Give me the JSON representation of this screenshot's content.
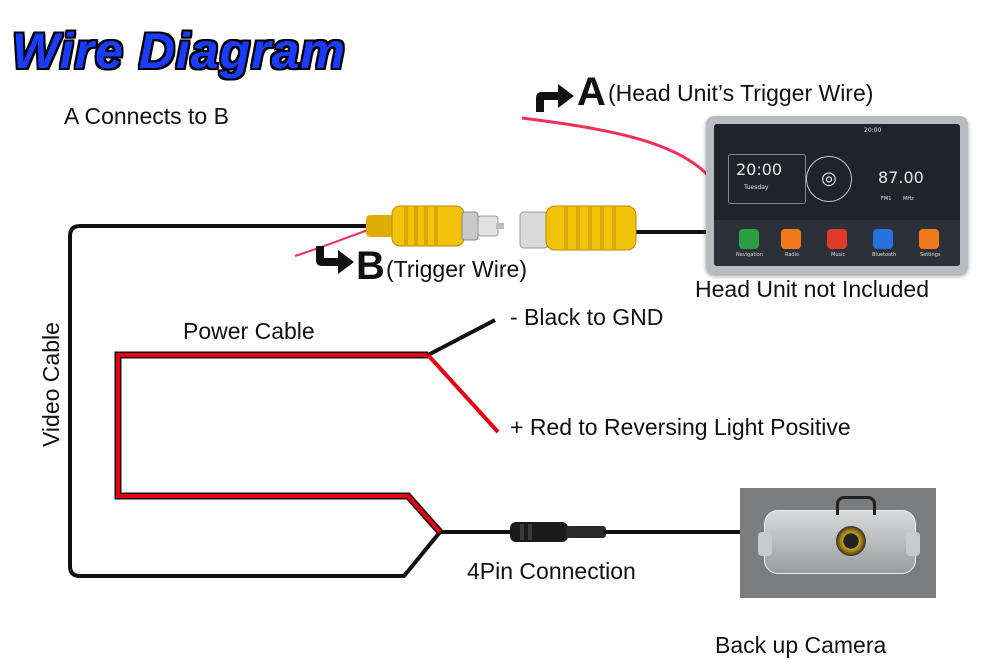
{
  "title": "Wire Diagram",
  "subtitle": "A Connects to B",
  "labels": {
    "a_letter": "A",
    "a_text": "(Head Unit’s Trigger Wire)",
    "b_letter": "B",
    "b_text": "(Trigger Wire)",
    "head_unit": "Head Unit not Included",
    "video_cable": "Video Cable",
    "power_cable": "Power Cable",
    "black_gnd": "- Black to GND",
    "red_reverse": "+ Red to Reversing Light Positive",
    "pin_connection": "4Pin Connection",
    "camera": "Back up Camera"
  },
  "head_unit_screen": {
    "time": "20:00",
    "day": "Tuesday",
    "frequency": "87.00",
    "band": "FM1",
    "unit": "MHz",
    "status_time": "20:00",
    "apps": [
      {
        "label": "Navigation",
        "icon": "map-pin-icon",
        "color": "#2e9e44"
      },
      {
        "label": "Radio",
        "icon": "radio-grid-icon",
        "color": "#f07a1a"
      },
      {
        "label": "Music",
        "icon": "music-note-icon",
        "color": "#e23a2a"
      },
      {
        "label": "Bluetooth",
        "icon": "bluetooth-icon",
        "color": "#2a6fe0"
      },
      {
        "label": "Settings",
        "icon": "gear-icon",
        "color": "#f07a1a"
      }
    ]
  },
  "colors": {
    "title": "#1a3cff",
    "wire_black": "#111111",
    "wire_red": "#e60012",
    "trigger_wire": "#f0305a",
    "rca_yellow": "#f3c20a"
  }
}
